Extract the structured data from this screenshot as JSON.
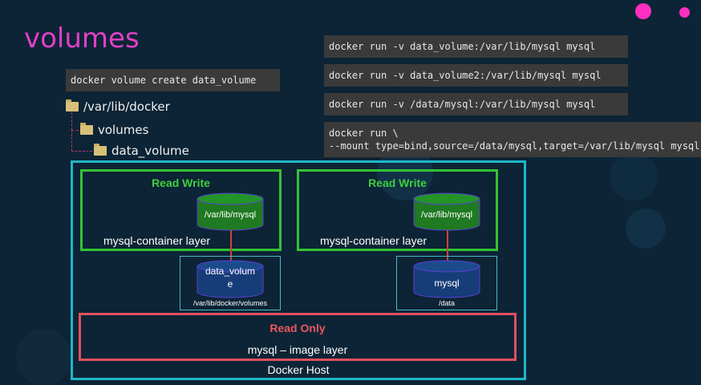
{
  "slide": {
    "title": "volumes",
    "create_command": "docker volume create data_volume"
  },
  "commands": [
    "docker run -v data_volume:/var/lib/mysql mysql",
    "docker run -v data_volume2:/var/lib/mysql mysql",
    "docker run -v /data/mysql:/var/lib/mysql mysql",
    "docker run \\\n--mount type=bind,source=/data/mysql,target=/var/lib/mysql mysql"
  ],
  "tree": {
    "root": "/var/lib/docker",
    "child": "volumes",
    "grandchild": "data_volume"
  },
  "diagram": {
    "host_label": "Docker Host",
    "left_container": {
      "title": "Read Write",
      "cylinder_label": "/var/lib/mysql",
      "layer_label": "mysql-container layer",
      "volume_label_line1": "data_volum",
      "volume_label_line2": "e",
      "volume_path": "/var/lib/docker/volumes"
    },
    "right_container": {
      "title": "Read Write",
      "cylinder_label": "/var/lib/mysql",
      "layer_label": "mysql-container layer",
      "volume_label": "mysql",
      "volume_path": "/data"
    },
    "image_layer": {
      "title": "Read Only",
      "label": "mysql – image layer"
    }
  },
  "colors": {
    "background": "#0c2435",
    "title": "#e040c8",
    "read_write": "#34c234",
    "read_only": "#e05060",
    "host_border": "#20b6c8",
    "accent_dots": "#ff2fc0"
  }
}
